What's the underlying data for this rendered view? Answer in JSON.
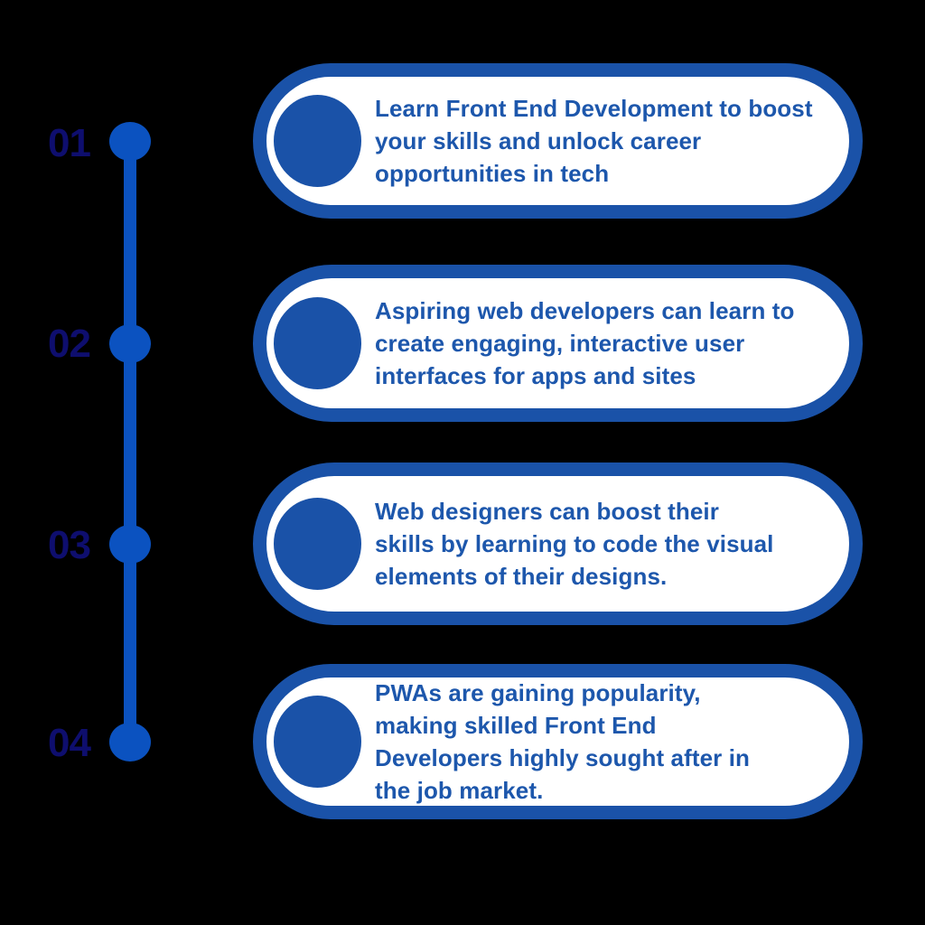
{
  "infographic": {
    "topic": "Front End Development benefits timeline",
    "colors": {
      "background": "#000000",
      "timeline_blue": "#0b52c0",
      "card_border_blue": "#1a52a8",
      "card_background": "#ffffff",
      "text_blue": "#1d57ac",
      "number_navy": "#0e0e6e"
    },
    "steps": [
      {
        "number": "01",
        "text": "Learn Front End Development to boost\nyour skills and unlock career\nopportunities in tech"
      },
      {
        "number": "02",
        "text": "Aspiring web developers can learn to\ncreate engaging, interactive user\ninterfaces for apps and sites"
      },
      {
        "number": "03",
        "text": "Web designers can boost their\nskills by learning to code the visual\nelements of their designs."
      },
      {
        "number": "04",
        "text": "PWAs are gaining popularity,\nmaking skilled Front End\nDevelopers highly sought after in\nthe job market."
      }
    ]
  }
}
